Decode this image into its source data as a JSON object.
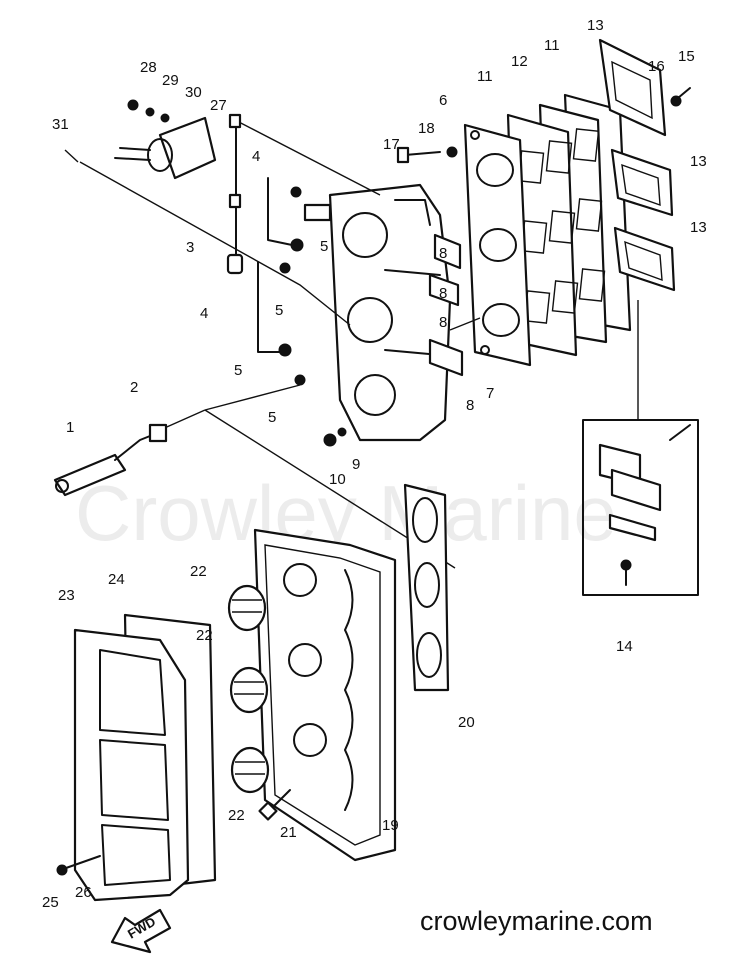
{
  "watermark": "Crowley Marine",
  "site_url": "crowleymarine.com",
  "direction_label": "FWD",
  "callouts": [
    "1",
    "2",
    "3",
    "4",
    "4",
    "5",
    "5",
    "5",
    "5",
    "6",
    "7",
    "8",
    "8",
    "8",
    "8",
    "9",
    "10",
    "11",
    "11",
    "12",
    "13",
    "13",
    "13",
    "14",
    "15",
    "16",
    "17",
    "18",
    "19",
    "20",
    "21",
    "22",
    "22",
    "22",
    "23",
    "24",
    "25",
    "26",
    "27",
    "28",
    "29",
    "30",
    "31"
  ]
}
